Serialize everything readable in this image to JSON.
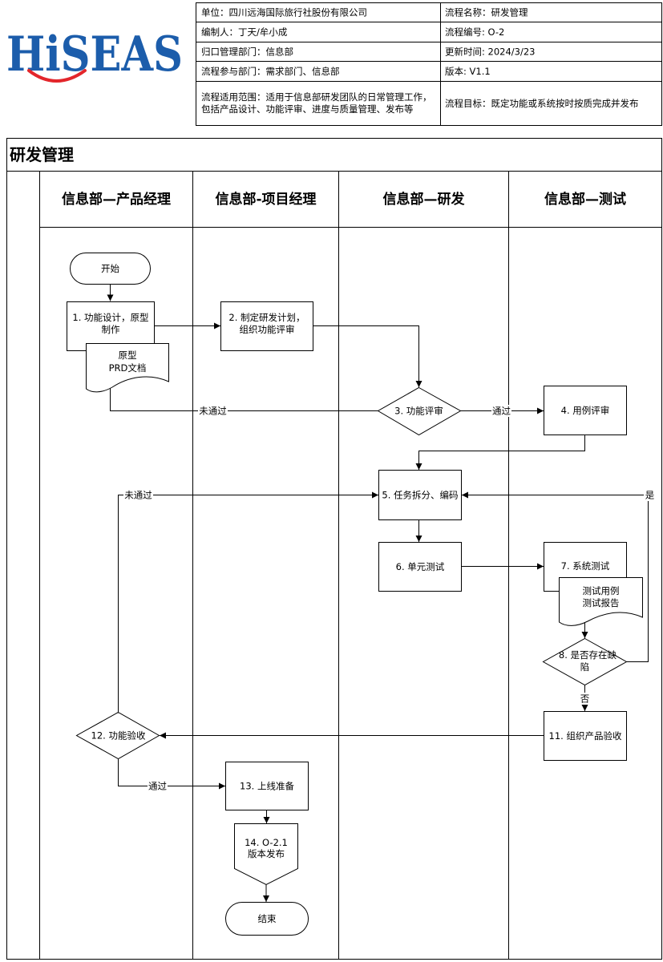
{
  "logo": {
    "text": "HiSEAS",
    "colors": {
      "letters": "#1c5dab",
      "smile": "#e3262b"
    }
  },
  "info_table": {
    "unit": "单位：四川远海国际旅行社股份有限公司",
    "process_name": "流程名称：研发管理",
    "author": "编制人：丁天/牟小成",
    "process_code": "流程编号: O-2",
    "owner_dept": "归口管理部门：信息部",
    "update_time": "更新时间: 2024/3/23",
    "participants": "流程参与部门：需求部门、信息部",
    "version": "版本: V1.1",
    "scope": [
      "流程适用范围：适用于信息部研发团队的日常管理工作，",
      "包括产品设计、功能评审、进度与质量管理、发布等"
    ],
    "goal": "流程目标：既定功能或系统按时按质完成并发布"
  },
  "flowchart": {
    "title": "研发管理",
    "lanes": [
      "信息部—产品经理",
      "信息部-项目经理",
      "信息部—研发",
      "信息部—测试"
    ],
    "nodes": {
      "start": [
        "开始"
      ],
      "step1": [
        "1. 功能设计，原型",
        "制作"
      ],
      "doc_prototype": [
        "原型",
        "PRD文档"
      ],
      "step2": [
        "2. 制定研发计划，",
        "组织功能评审"
      ],
      "step3": [
        "3. 功能评审"
      ],
      "step4": [
        "4. 用例评审"
      ],
      "step5": [
        "5. 任务拆分、编码"
      ],
      "step6": [
        "6. 单元测试"
      ],
      "step7": [
        "7. 系统测试"
      ],
      "doc_test": [
        "测试用例",
        "测试报告"
      ],
      "step8": [
        "8. 是否存在缺",
        "陷"
      ],
      "step11": [
        "11. 组织产品验收"
      ],
      "step12": [
        "12. 功能验收"
      ],
      "step13": [
        "13. 上线准备"
      ],
      "step14": [
        "14. O-2.1",
        "版本发布"
      ],
      "end": [
        "结束"
      ]
    },
    "edge_labels": {
      "review_rejected": "未通过",
      "review_passed": "通过",
      "acceptance_rejected": "未通过",
      "defects_yes": "是",
      "defects_no": "否",
      "acceptance_passed": "通过"
    }
  }
}
